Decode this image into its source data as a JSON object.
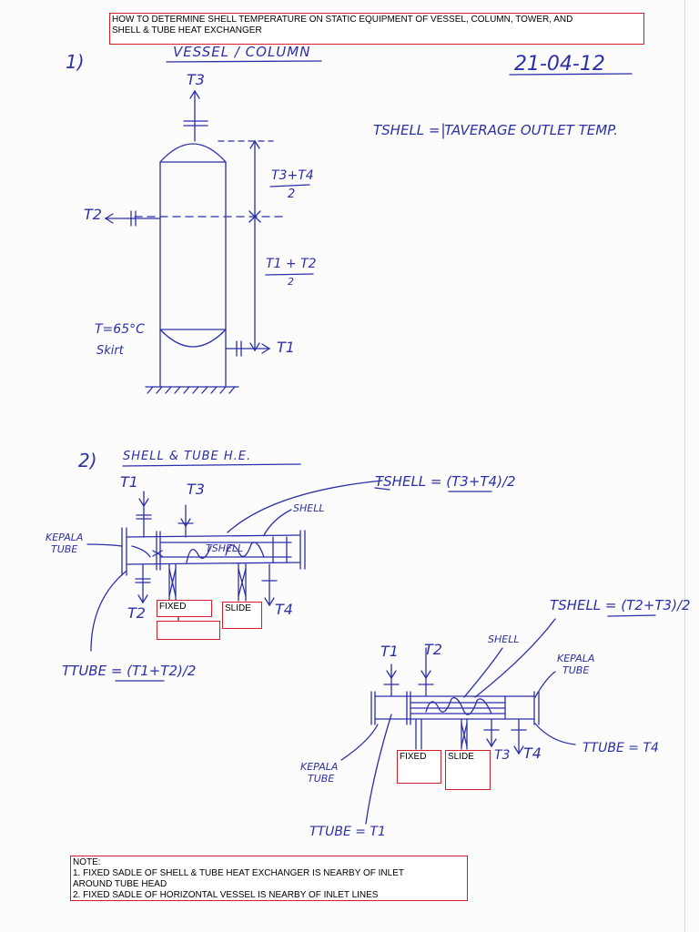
{
  "header_note": {
    "line1": "HOW TO DETERMINE SHELL TEMPERATURE ON STATIC EQUIPMENT OF VESSEL, COLUMN, TOWER, AND",
    "line2": "SHELL & TUBE HEAT EXCHANGER"
  },
  "section1": {
    "number": "1)",
    "title": "VESSEL / COLUMN",
    "date": "21-04-12",
    "labels": {
      "t3": "T3",
      "t2": "T2",
      "t1": "T1",
      "upper_fraction_num": "T3+T4",
      "upper_fraction_den": "2",
      "lower_fraction_num": "T1 + T2",
      "lower_fraction_den": "2",
      "skirt_temp": "T=65°C",
      "skirt": "Skirt"
    },
    "formula": "TSHELL = TAVERAGE OUTLET TEMP."
  },
  "section2": {
    "number": "2)",
    "title": "SHELL & TUBE H.E.",
    "exchanger1": {
      "t1": "T1",
      "t3": "T3",
      "t2": "T2",
      "t4": "T4",
      "shell_label": "SHELL",
      "shell_inside": "TSHELL",
      "head_label_1": "KEPALA",
      "head_label_2": "TUBE",
      "formula_shell": "TSHELL = (T3+T4)/2",
      "formula_tube": "TTUBE = (T1+T2)/2",
      "fixed": "FIXED",
      "slide": "SLIDE"
    },
    "exchanger2": {
      "t1": "T1",
      "t2": "T2",
      "t3": "T3",
      "t4": "T4",
      "shell_label": "SHELL",
      "head_left_1": "KEPALA",
      "head_left_2": "TUBE",
      "head_right_1": "KEPALA",
      "head_right_2": "TUBE",
      "formula_shell": "TSHELL = (T2+T3)/2",
      "formula_tube_right": "TTUBE = T4",
      "formula_tube_left": "TTUBE = T1",
      "fixed": "FIXED",
      "slide": "SLIDE"
    }
  },
  "note": {
    "title": "NOTE:",
    "line1": "1. FIXED SADLE OF SHELL & TUBE HEAT EXCHANGER IS NEARBY OF INLET",
    "line2": "AROUND TUBE HEAD",
    "line3": "2. FIXED SADLE OF HORIZONTAL VESSEL IS NEARBY OF INLET LINES"
  }
}
